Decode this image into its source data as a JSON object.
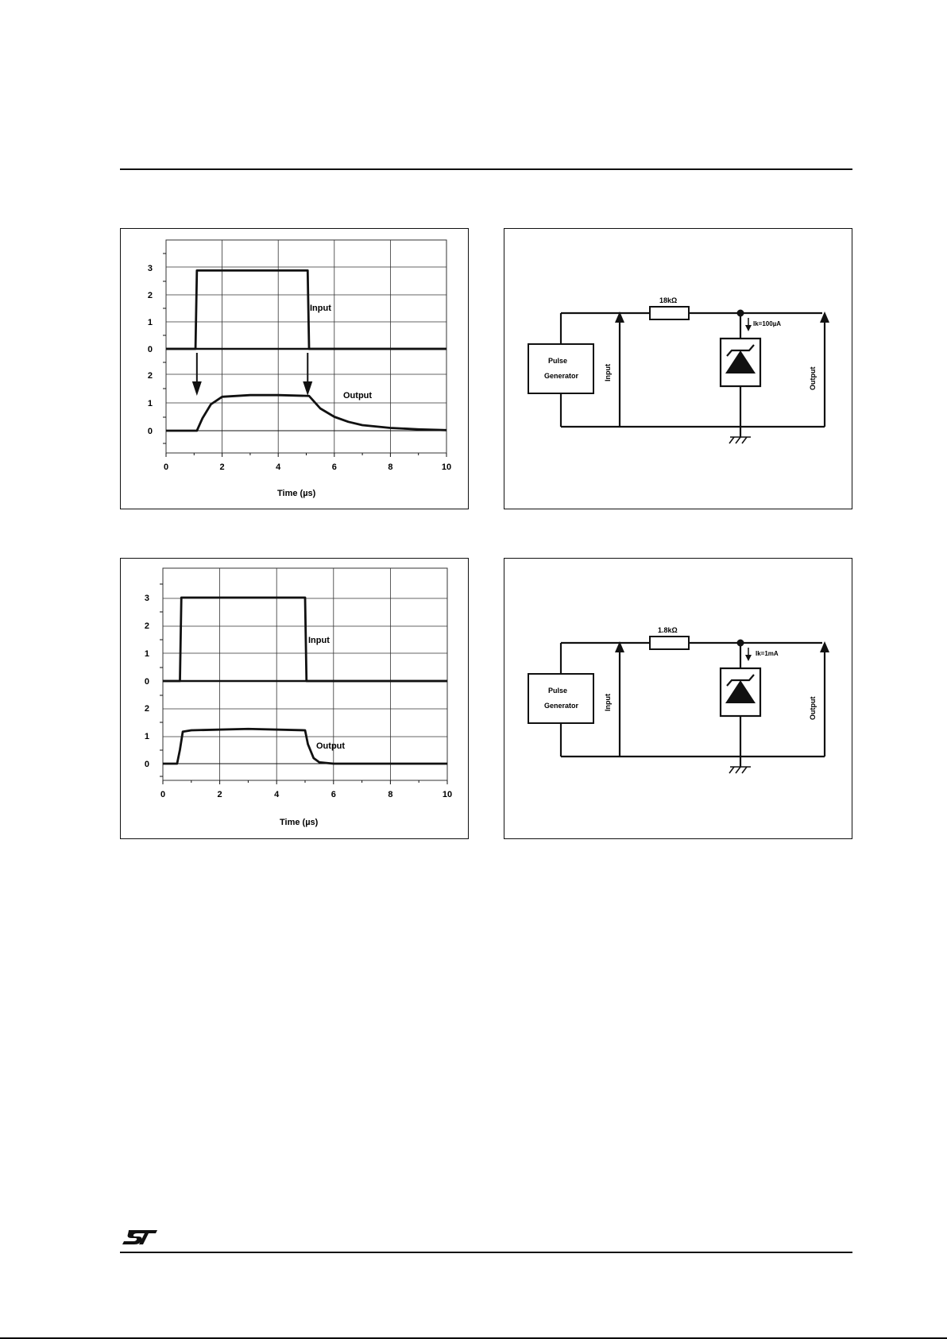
{
  "chart_data": [
    {
      "type": "line",
      "title": "",
      "xlabel": "Time (µs)",
      "ylabel": "",
      "xlim": [
        0,
        10
      ],
      "x_ticks": [
        "0",
        "2",
        "4",
        "6",
        "8",
        "10"
      ],
      "input_y_ticks": [
        "3",
        "2",
        "1",
        "0"
      ],
      "output_y_ticks": [
        "2",
        "1",
        "0"
      ],
      "grid": true,
      "series": [
        {
          "name": "Input",
          "x": [
            0,
            1.05,
            1.1,
            5.05,
            5.1,
            10
          ],
          "y": [
            0,
            0,
            2.9,
            2.9,
            0,
            0
          ]
        },
        {
          "name": "Output",
          "x": [
            0,
            1.1,
            1.3,
            1.6,
            2.0,
            3.0,
            4.0,
            5.1,
            5.5,
            6.0,
            6.5,
            7.0,
            8.0,
            9.0,
            10.0
          ],
          "y": [
            0,
            0,
            0.45,
            0.95,
            1.22,
            1.28,
            1.28,
            1.25,
            0.8,
            0.5,
            0.32,
            0.2,
            0.1,
            0.05,
            0.02
          ]
        }
      ]
    },
    {
      "type": "line",
      "title": "",
      "xlabel": "Time (µs)",
      "ylabel": "",
      "xlim": [
        0,
        10
      ],
      "x_ticks": [
        "0",
        "2",
        "4",
        "6",
        "8",
        "10"
      ],
      "input_y_ticks": [
        "3",
        "2",
        "1",
        "0"
      ],
      "output_y_ticks": [
        "2",
        "1",
        "0"
      ],
      "grid": true,
      "series": [
        {
          "name": "Input",
          "x": [
            0,
            0.6,
            0.65,
            5.0,
            5.05,
            10
          ],
          "y": [
            0,
            0,
            3.0,
            3.0,
            0,
            0
          ]
        },
        {
          "name": "Output",
          "x": [
            0,
            0.5,
            0.6,
            0.7,
            1.0,
            3.0,
            5.0,
            5.1,
            5.3,
            5.5,
            6.0,
            10.0
          ],
          "y": [
            0,
            0,
            0.5,
            1.15,
            1.2,
            1.25,
            1.2,
            0.7,
            0.2,
            0.05,
            0,
            0
          ]
        }
      ]
    }
  ],
  "circuits": [
    {
      "resistor_label": "18kΩ",
      "current_label": "Ik=100µA",
      "generator_line1": "Pulse",
      "generator_line2": "Generator",
      "input_label": "Input",
      "output_label": "Output"
    },
    {
      "resistor_label": "1.8kΩ",
      "current_label": "Ik=1mA",
      "generator_line1": "Pulse",
      "generator_line2": "Generator",
      "input_label": "Input",
      "output_label": "Output"
    }
  ],
  "logo_text": "ST",
  "colors": {
    "line": "#111111",
    "grid": "#333333"
  }
}
